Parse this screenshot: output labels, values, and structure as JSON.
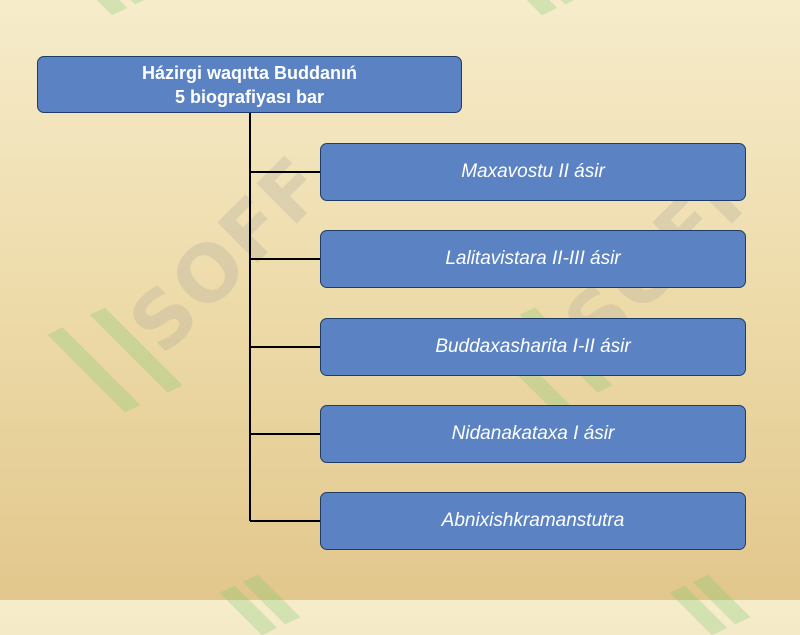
{
  "diagram": {
    "root": {
      "label": "Házirgi waqıtta Buddanıń\n5 biografiyası bar"
    },
    "children": [
      {
        "label": "Maxavostu II ásir"
      },
      {
        "label": "Lalitavistara II-III ásir"
      },
      {
        "label": "Buddaxasharita I-II ásir"
      },
      {
        "label": "Nidanakataxa I ásir"
      },
      {
        "label": "Abnixishkramanstutra"
      }
    ]
  },
  "watermark": {
    "text": "SOFF"
  },
  "colors": {
    "box_fill": "#5b83c4",
    "box_border": "#1f3b68",
    "connector": "#000000",
    "background": "#f3e6c0"
  }
}
